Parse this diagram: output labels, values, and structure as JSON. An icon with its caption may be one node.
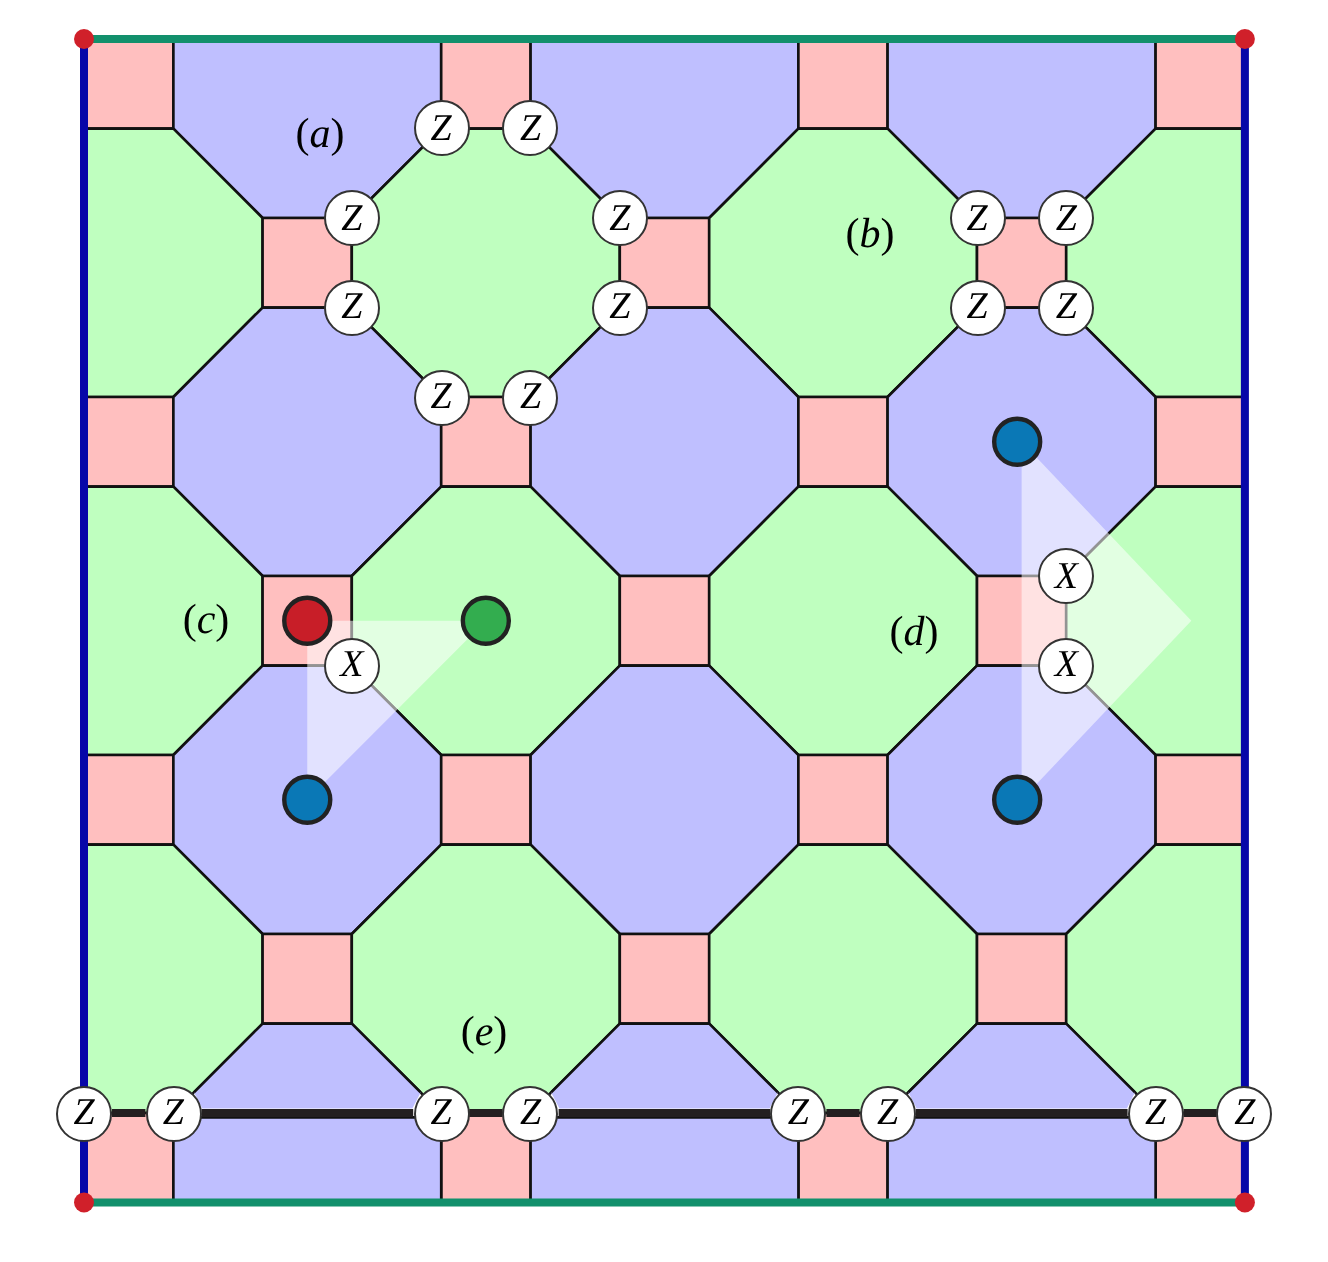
{
  "diagram": {
    "nodes": [
      {
        "text": [
          "Z"
        ]
      },
      {
        "text": [
          "Z"
        ]
      },
      {
        "text": [
          "Z"
        ]
      },
      {
        "text": [
          "Z"
        ]
      },
      {
        "text": [
          "Z"
        ]
      },
      {
        "text": [
          "Z"
        ]
      },
      {
        "text": [
          "Z"
        ]
      },
      {
        "text": [
          "Z"
        ]
      },
      {
        "text": [
          "Z"
        ]
      },
      {
        "text": [
          "Z"
        ]
      },
      {
        "text": [
          "Z"
        ]
      },
      {
        "text": [
          "Z"
        ]
      },
      {
        "text": [
          "X"
        ]
      },
      {
        "text": [
          "X"
        ]
      },
      {
        "text": [
          "X"
        ]
      },
      {
        "text": [
          "Z"
        ]
      },
      {
        "text": [
          "Z"
        ]
      },
      {
        "text": [
          "Z"
        ]
      },
      {
        "text": [
          "Z"
        ]
      },
      {
        "text": [
          "Z"
        ]
      },
      {
        "text": [
          "Z"
        ]
      },
      {
        "text": [
          "Z"
        ]
      },
      {
        "text": [
          "Z"
        ]
      },
      {
        "text": [],
        "shape": "square"
      },
      {
        "text": [],
        "shape": "octagon"
      },
      {
        "text": [],
        "shape": "square"
      },
      {
        "text": [],
        "shape": "octagon"
      },
      {
        "text": [],
        "shape": "square"
      },
      {
        "text": [],
        "shape": "octagon"
      },
      {
        "text": [],
        "shape": "square"
      },
      {
        "text": [],
        "shape": "octagon"
      },
      {
        "text": [],
        "shape": "square"
      },
      {
        "text": [],
        "shape": "octagon"
      },
      {
        "text": [],
        "shape": "square"
      },
      {
        "text": [],
        "shape": "octagon"
      },
      {
        "text": [],
        "shape": "square"
      },
      {
        "text": [],
        "shape": "octagon"
      },
      {
        "text": [],
        "shape": "square"
      },
      {
        "text": [],
        "shape": "octagon"
      },
      {
        "text": [],
        "shape": "square"
      },
      {
        "text": [],
        "shape": "octagon"
      },
      {
        "text": [],
        "shape": "square"
      },
      {
        "text": [],
        "shape": "octagon"
      },
      {
        "text": [],
        "shape": "square"
      },
      {
        "text": [],
        "shape": "octagon"
      },
      {
        "text": [],
        "shape": "square"
      },
      {
        "text": [],
        "shape": "octagon"
      },
      {
        "text": [],
        "shape": "square"
      },
      {
        "text": [],
        "shape": "octagon"
      },
      {
        "text": [],
        "shape": "square"
      },
      {
        "text": [],
        "shape": "octagon"
      },
      {
        "text": [],
        "shape": "square"
      },
      {
        "text": [],
        "shape": "octagon"
      },
      {
        "text": [],
        "shape": "square"
      },
      {
        "text": [],
        "shape": "octagon"
      },
      {
        "text": [],
        "shape": "square"
      },
      {
        "text": [],
        "shape": "octagon"
      },
      {
        "text": [],
        "shape": "square"
      },
      {
        "text": [],
        "shape": "octagon"
      },
      {
        "text": [],
        "shape": "square"
      },
      {
        "text": [],
        "shape": "octagon"
      },
      {
        "text": [],
        "shape": "square"
      },
      {
        "text": [],
        "shape": "octagon"
      },
      {
        "text": [],
        "shape": "square"
      },
      {
        "text": [],
        "shape": "octagon"
      },
      {
        "text": [],
        "shape": "square"
      },
      {
        "text": [],
        "shape": "trapezoid"
      },
      {
        "text": [],
        "shape": "square"
      },
      {
        "text": [],
        "shape": "trapezoid"
      },
      {
        "text": [],
        "shape": "square"
      },
      {
        "text": [],
        "shape": "trapezoid"
      },
      {
        "text": [],
        "shape": "square"
      },
      {
        "text": [],
        "shape": "box"
      },
      {
        "text": [],
        "shape": "box"
      },
      {
        "text": [],
        "shape": "box"
      }
    ],
    "edges": [
      {
        "from": 15,
        "to": 16,
        "arrow": "none"
      },
      {
        "from": 16,
        "to": 17,
        "arrow": "none"
      },
      {
        "from": 17,
        "to": 18,
        "arrow": "none"
      },
      {
        "from": 18,
        "to": 19,
        "arrow": "none"
      },
      {
        "from": 19,
        "to": 20,
        "arrow": "none"
      },
      {
        "from": 20,
        "to": 21,
        "arrow": "none"
      },
      {
        "from": 21,
        "to": 22,
        "arrow": "none"
      }
    ],
    "labels": [
      "(*a*)",
      "(*b*)",
      "(*c*)",
      "(*d*)",
      "(*e*)"
    ]
  }
}
